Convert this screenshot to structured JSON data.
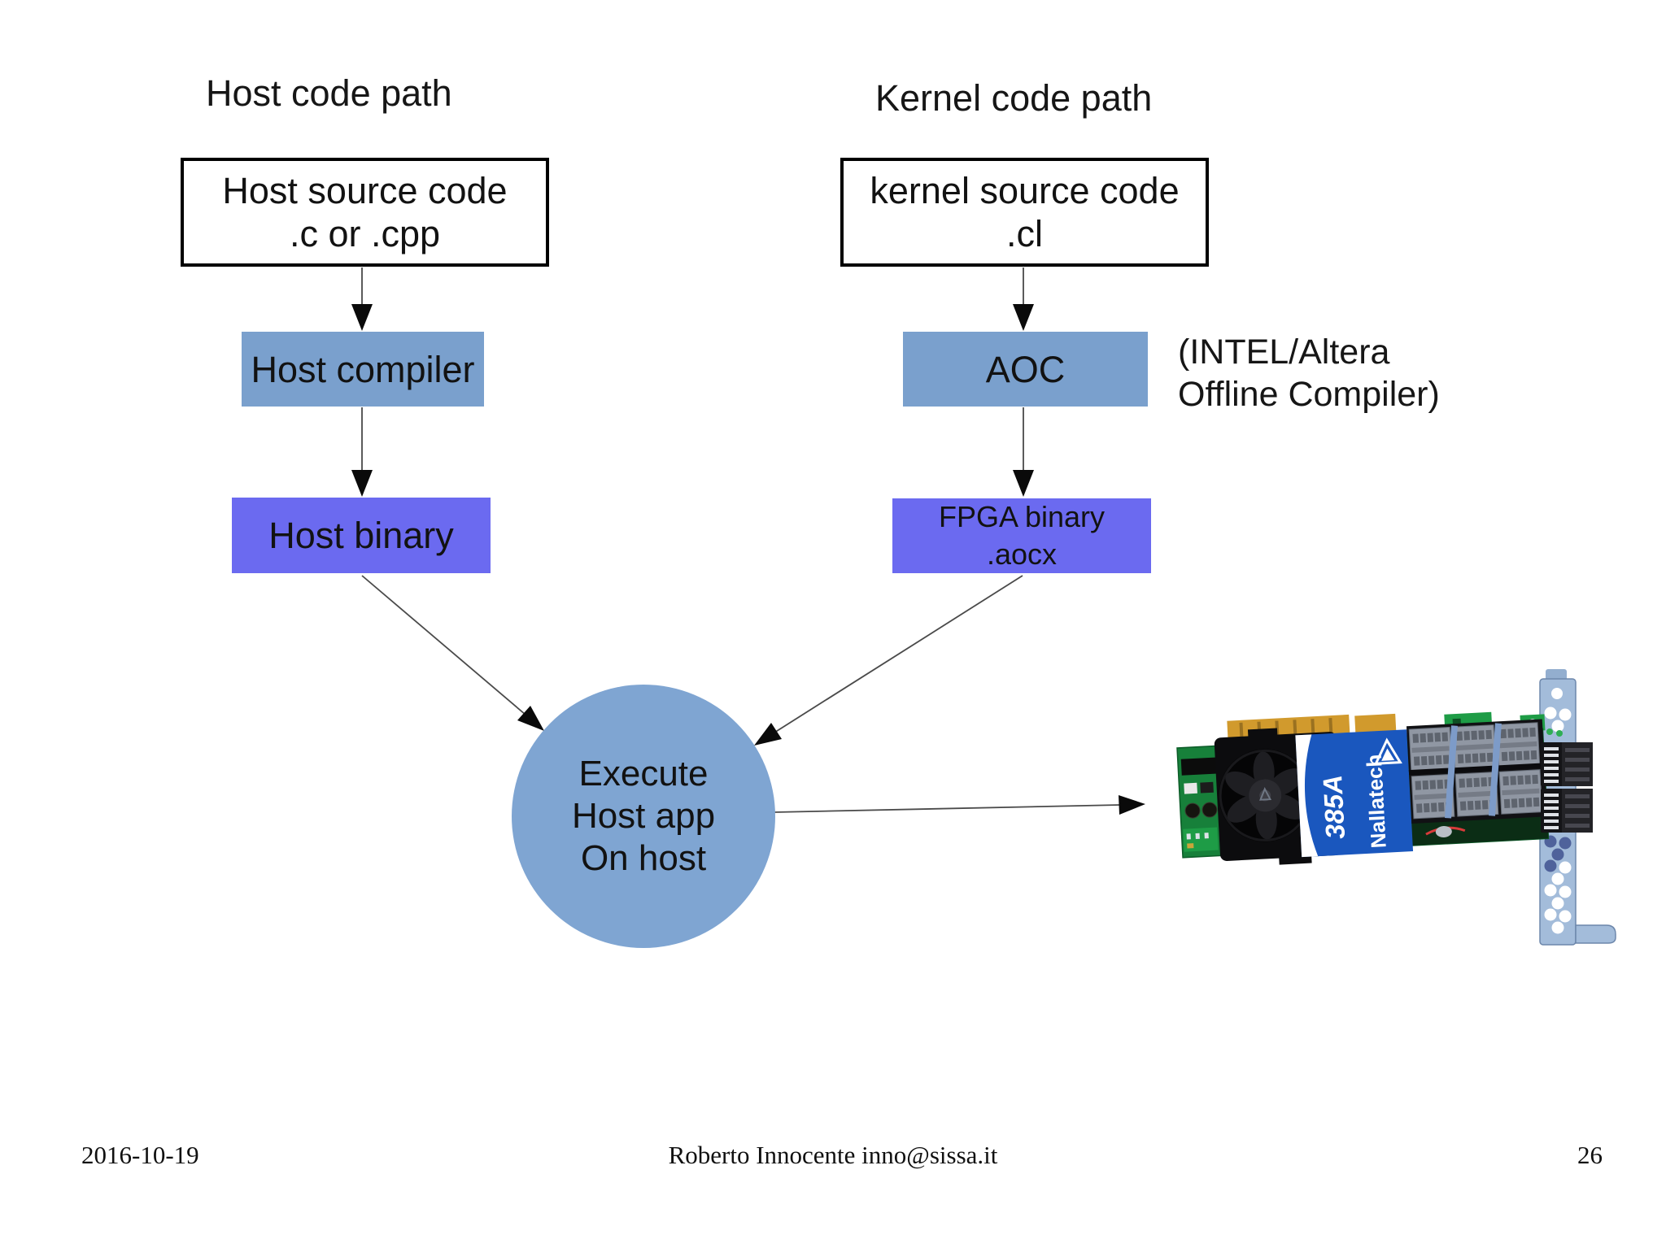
{
  "slide": {
    "host_path": {
      "title": "Host code path"
    },
    "kernel_path": {
      "title": "Kernel code path"
    },
    "nodes": {
      "host_source": {
        "line1": "Host source code",
        "line2": ".c or .cpp"
      },
      "host_compiler": {
        "label": "Host compiler"
      },
      "host_binary": {
        "label": "Host binary"
      },
      "kernel_source": {
        "line1": "kernel source code",
        "line2": ".cl"
      },
      "aoc": {
        "label": "AOC",
        "note_line1": "(INTEL/Altera",
        "note_line2": "Offline Compiler)"
      },
      "fpga_binary": {
        "line1": "FPGA binary",
        "line2": ".aocx"
      },
      "execute": {
        "line1": "Execute",
        "line2": "Host app",
        "line3": "On host"
      }
    },
    "fpga_card": {
      "brand": "Nallatech",
      "model": "385A"
    },
    "footer": {
      "date": "2016-10-19",
      "credit": "Roberto Innocente inno@sissa.it",
      "page_number": "26"
    },
    "colors": {
      "compiler_box": "#7aa0cd",
      "binary_box": "#6b6af0",
      "execute_circle": "#7fa5d2",
      "card_label_blue": "#1a57be",
      "pcb_green": "#17803a",
      "bracket_blue": "#a3bcda",
      "gold_connector": "#d19a2d"
    }
  }
}
